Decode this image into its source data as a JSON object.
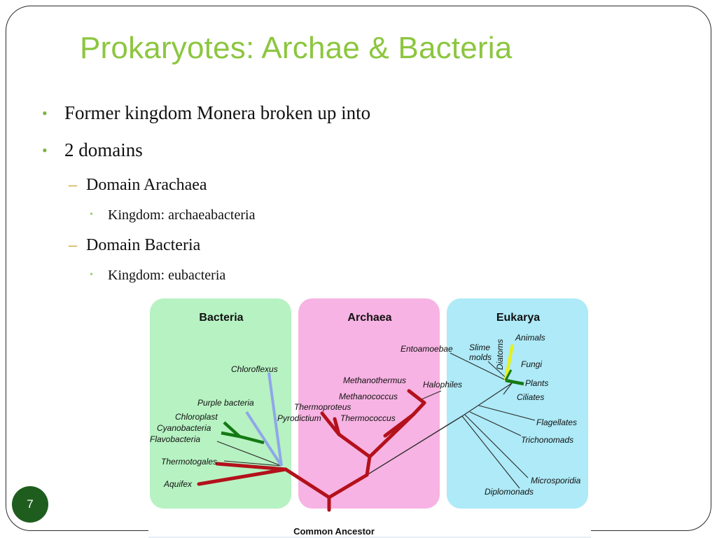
{
  "slide": {
    "title": "Prokaryotes: Archae & Bacteria",
    "page_number": "7",
    "bullets": [
      {
        "level": 1,
        "text": "Former kingdom Monera broken up into"
      },
      {
        "level": 1,
        "text": "2 domains"
      },
      {
        "level": 2,
        "text": "Domain Arachaea"
      },
      {
        "level": 3,
        "text": "Kingdom: archaeabacteria"
      },
      {
        "level": 2,
        "text": "Domain Bacteria"
      },
      {
        "level": 3,
        "text": "Kingdom: eubacteria"
      }
    ],
    "bullet_marks": {
      "level1": "•",
      "level2": "–",
      "level3": "•"
    }
  },
  "tree": {
    "root_label": "Common Ancestor",
    "domains": [
      {
        "name": "Bacteria",
        "color": "#b7f2c2"
      },
      {
        "name": "Archaea",
        "color": "#f7b3e3"
      },
      {
        "name": "Eukarya",
        "color": "#aeeaf7"
      }
    ],
    "bacteria": [
      "Chloroflexus",
      "Purple bacteria",
      "Chloroplast",
      "Cyanobacteria",
      "Flavobacteria",
      "Thermotogales",
      "Aquifex"
    ],
    "archaea": [
      "Methanothermus",
      "Methanococcus",
      "Thermoproteus",
      "Pyrodictium",
      "Thermococcus",
      "Halophiles"
    ],
    "eukarya": [
      "Entoamoebae",
      "Slime molds",
      "Diatoms",
      "Animals",
      "Fungi",
      "Plants",
      "Ciliates",
      "Flagellates",
      "Trichonomads",
      "Microsporidia",
      "Diplomonads"
    ],
    "colors": {
      "thermophile_branch": "#b3111b",
      "other_branch": "#2b2b2b",
      "green_branch": "#137a13",
      "blue_branch": "#8fa7e8",
      "yellow_branch": "#e6f01c"
    }
  }
}
